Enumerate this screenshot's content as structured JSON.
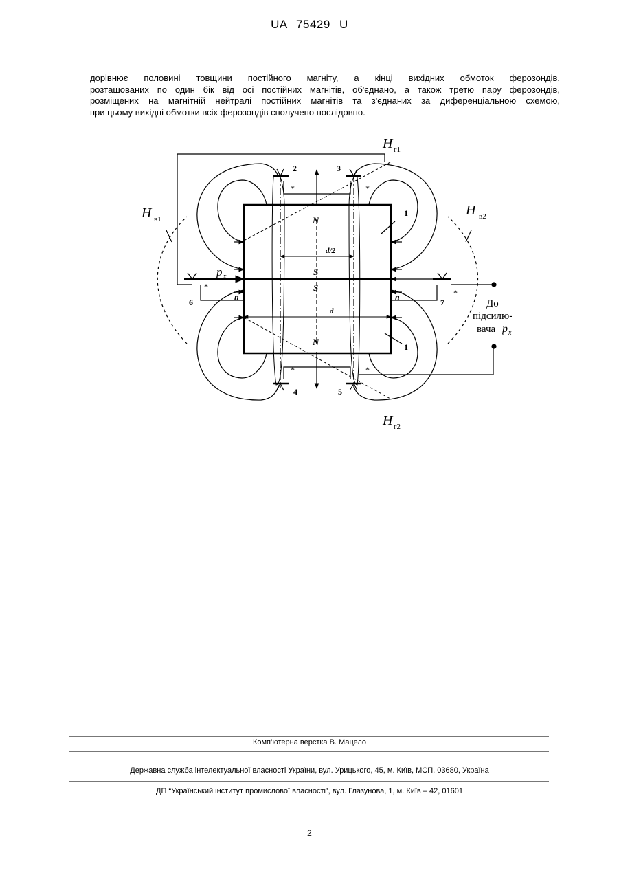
{
  "header": {
    "doc_number": "UA   75429   U"
  },
  "body": {
    "lines": [
      "дорівнює половині товщини постійного магніту, а кінці вихідних обмоток ферозондів,",
      "розташованих по один бік від осі постійних магнітів, об'єднано, а також третю пару ферозондів,",
      "розміщених на магнітній нейтралі постійних магнітів та з'єднаних за диференціальною схемою,",
      "при цьому вихідні обмотки всіх ферозондів сполучено послідовно."
    ]
  },
  "figure": {
    "label_hg1_main": "H",
    "label_hg1_sub": "г1",
    "label_hg2_main": "H",
    "label_hg2_sub": "г2",
    "label_hv1_main": "H",
    "label_hv1_sub": "в1",
    "label_hv2_main": "H",
    "label_hv2_sub": "в2",
    "probe_2": "2",
    "probe_3": "3",
    "probe_4": "4",
    "probe_5": "5",
    "probe_6": "6",
    "probe_7": "7",
    "magnet_label_1_top": "1",
    "magnet_label_1_bottom": "1",
    "pole_N_top": "N",
    "pole_S_top": "S",
    "pole_S_bottom": "S",
    "pole_N_bottom": "N",
    "dim_d_half": "d/2",
    "dim_d": "d",
    "n_left": "n",
    "n_right": "n",
    "px_main": "p",
    "px_sub": "x",
    "star": "*",
    "to_amp_line1": "До",
    "to_amp_line2": "підсилю-",
    "to_amp_line3": "вача",
    "to_amp_px_main": "p",
    "to_amp_px_sub": "x"
  },
  "footer": {
    "layout": "Комп’ютерна верстка В. Мацело",
    "service": "Державна служба інтелектуальної власності України, вул. Урицького, 45, м. Київ, МСП, 03680, Україна",
    "institute": "ДП “Український інститут промислової власності”, вул. Глазунова, 1, м. Київ – 42, 01601"
  },
  "page_number": "2"
}
